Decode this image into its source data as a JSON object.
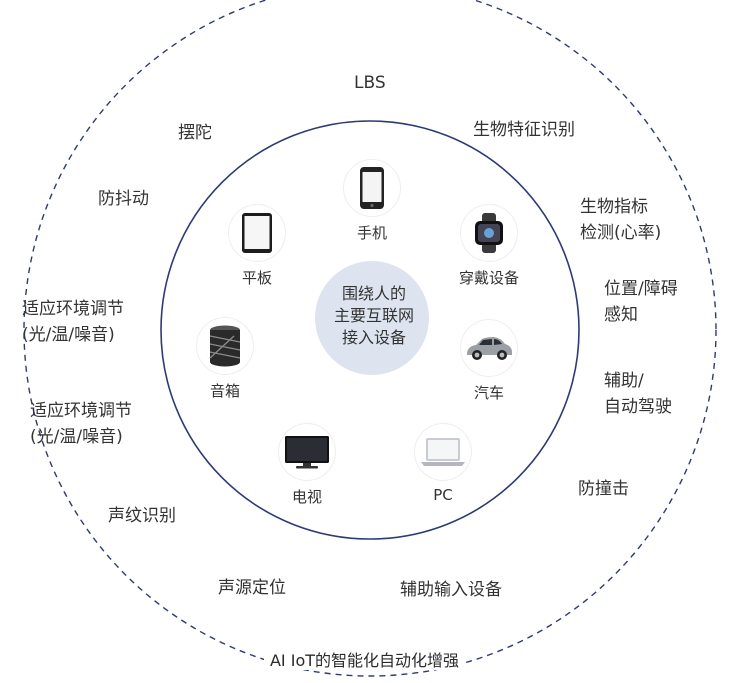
{
  "title": "AI IoT的智能化自动化增强",
  "center_label": [
    "围绕人的",
    "主要互联网",
    "接入设备"
  ],
  "devices": [
    {
      "label": "手机",
      "icon": "phone-icon"
    },
    {
      "label": "穿戴设备",
      "icon": "smartwatch-icon"
    },
    {
      "label": "汽车",
      "icon": "car-icon"
    },
    {
      "label": "PC",
      "icon": "laptop-icon"
    },
    {
      "label": "电视",
      "icon": "tv-icon"
    },
    {
      "label": "音箱",
      "icon": "speaker-icon"
    },
    {
      "label": "平板",
      "icon": "tablet-icon"
    }
  ],
  "features": [
    "LBS",
    "生物特征识别",
    "生物指标\n检测(心率)",
    "位置/障碍\n感知",
    "辅助/\n自动驾驶",
    "防撞击",
    "辅助输入设备",
    "声源定位",
    "声纹识别",
    "适应环境调节\n(光/温/噪音)",
    "适应环境调节\n(光/温/噪音)",
    "防抖动",
    "摆陀"
  ],
  "colors": {
    "outer_ring": "#2e3a75",
    "inner_ring": "#2e3a75",
    "center_fill": "#dde4f0",
    "text": "#333333"
  }
}
